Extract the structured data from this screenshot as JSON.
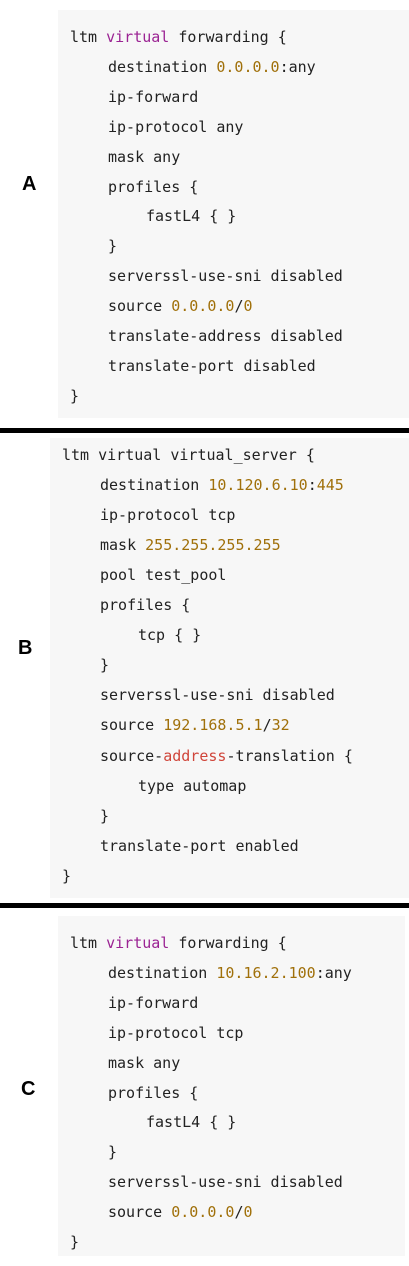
{
  "panels": [
    {
      "label": "A",
      "lines": [
        [
          {
            "t": "ltm "
          },
          {
            "t": "virtual",
            "c": "kw"
          },
          {
            "t": " forwarding {"
          }
        ],
        [
          {
            "t": "destination "
          },
          {
            "t": "0.0.0.0",
            "c": "num"
          },
          {
            "t": ":any"
          }
        ],
        [
          {
            "t": "ip-forward"
          }
        ],
        [
          {
            "t": "ip-protocol any"
          }
        ],
        [
          {
            "t": "mask any"
          }
        ],
        [
          {
            "t": "profiles {"
          }
        ],
        [
          {
            "t": "fastL4 { }"
          }
        ],
        [
          {
            "t": "}"
          }
        ],
        [
          {
            "t": "serverssl-use-sni disabled"
          }
        ],
        [
          {
            "t": "source "
          },
          {
            "t": "0.0.0.0",
            "c": "num"
          },
          {
            "t": "/"
          },
          {
            "t": "0",
            "c": "num"
          }
        ],
        [
          {
            "t": "translate-address disabled"
          }
        ],
        [
          {
            "t": "translate-port disabled"
          }
        ],
        [
          {
            "t": "}"
          }
        ]
      ]
    },
    {
      "label": "B",
      "lines": [
        [
          {
            "t": "ltm virtual virtual_server {"
          }
        ],
        [
          {
            "t": "destination "
          },
          {
            "t": "10.120.6.10",
            "c": "num"
          },
          {
            "t": ":"
          },
          {
            "t": "445",
            "c": "num"
          }
        ],
        [
          {
            "t": "ip-protocol tcp"
          }
        ],
        [
          {
            "t": "mask "
          },
          {
            "t": "255.255.255.255",
            "c": "num"
          }
        ],
        [
          {
            "t": "pool test_pool"
          }
        ],
        [
          {
            "t": "profiles {"
          }
        ],
        [
          {
            "t": "tcp { }"
          }
        ],
        [
          {
            "t": "}"
          }
        ],
        [
          {
            "t": "serverssl-use-sni disabled"
          }
        ],
        [
          {
            "t": "source "
          },
          {
            "t": "192.168.5.1",
            "c": "num"
          },
          {
            "t": "/"
          },
          {
            "t": "32",
            "c": "num"
          }
        ],
        [
          {
            "t": "source-"
          },
          {
            "t": "address",
            "c": "red"
          },
          {
            "t": "-translation {"
          }
        ],
        [
          {
            "t": "type automap"
          }
        ],
        [
          {
            "t": "}"
          }
        ],
        [
          {
            "t": "translate-port enabled"
          }
        ],
        [
          {
            "t": "}"
          }
        ]
      ]
    },
    {
      "label": "C",
      "lines": [
        [
          {
            "t": "ltm "
          },
          {
            "t": "virtual",
            "c": "kw"
          },
          {
            "t": " forwarding {"
          }
        ],
        [
          {
            "t": "destination "
          },
          {
            "t": "10.16.2.100",
            "c": "num"
          },
          {
            "t": ":any"
          }
        ],
        [
          {
            "t": "ip-forward"
          }
        ],
        [
          {
            "t": "ip-protocol tcp"
          }
        ],
        [
          {
            "t": "mask any"
          }
        ],
        [
          {
            "t": "profiles {"
          }
        ],
        [
          {
            "t": "fastL4 { }"
          }
        ],
        [
          {
            "t": "}"
          }
        ],
        [
          {
            "t": "serverssl-use-sni disabled"
          }
        ],
        [
          {
            "t": "source "
          },
          {
            "t": "0.0.0.0",
            "c": "num"
          },
          {
            "t": "/"
          },
          {
            "t": "0",
            "c": "num"
          }
        ],
        [
          {
            "t": "}"
          }
        ]
      ]
    }
  ],
  "colors": {
    "keyword": "#9b2393",
    "number": "#a0700a",
    "highlight": "#d0453a",
    "text": "#222222",
    "code_background": "#f7f7f7"
  }
}
